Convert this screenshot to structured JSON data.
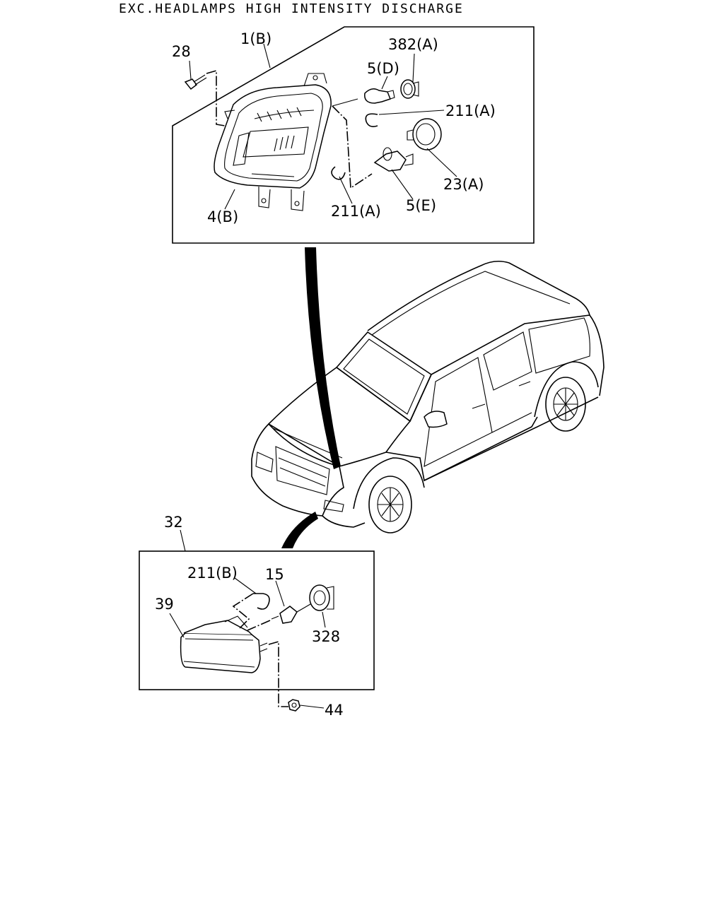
{
  "title": "EXC.HEADLAMPS HIGH INTENSITY DISCHARGE",
  "callouts": {
    "headlamp_assembly": "1(B)",
    "screw": "28",
    "headlamp_unit": "4(B)",
    "bulb_small": "5(D)",
    "bulb_main": "5(E)",
    "socket_small": "382(A)",
    "clip_upper": "211(A)",
    "clip_lower": "211(A)",
    "bulb_cap": "23(A)",
    "fog_lamp_assembly": "32",
    "fog_clip": "211(B)",
    "fog_bulb": "15",
    "fog_lamp_unit": "39",
    "fog_socket": "328",
    "nut": "44"
  },
  "colors": {
    "line": "#000000",
    "background": "#ffffff"
  }
}
